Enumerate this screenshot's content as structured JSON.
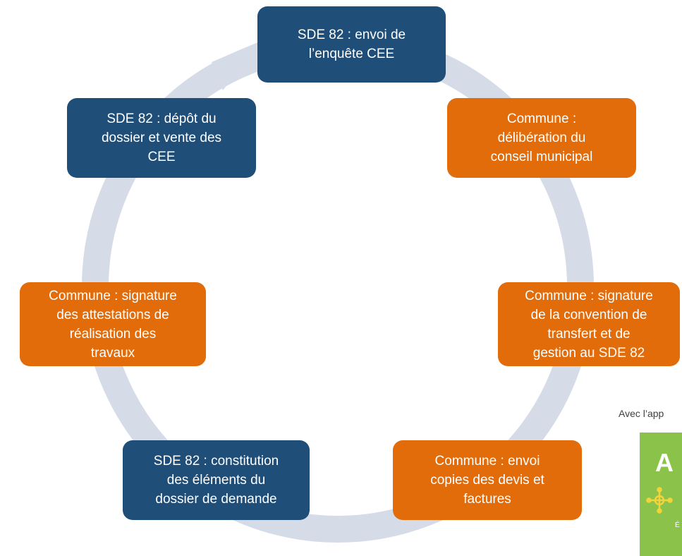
{
  "colors": {
    "blue_step": "#1f4e79",
    "orange_step": "#e26b0a",
    "ring": "#d6dbe8",
    "logo_green": "#8bc34a"
  },
  "steps": [
    {
      "label": "SDE 82 : envoi de\nl’enquête CEE",
      "actor": "SDE 82"
    },
    {
      "label": "Commune :\ndélibération du\nconseil municipal",
      "actor": "Commune"
    },
    {
      "label": "Commune : signature\nde la convention de\ntransfert et de\ngestion au SDE 82",
      "actor": "Commune"
    },
    {
      "label": "Commune : envoi\ncopies des devis et\nfactures",
      "actor": "Commune"
    },
    {
      "label": "SDE 82 : constitution\ndes éléments du\ndossier de demande",
      "actor": "SDE 82"
    },
    {
      "label": "Commune : signature\ndes attestations de\nréalisation des\ntravaux",
      "actor": "Commune"
    },
    {
      "label": "SDE 82 : dépôt du\ndossier et vente des\nCEE",
      "actor": "SDE 82"
    }
  ],
  "partial": {
    "paren": ")",
    "support_text": "Avec l’app",
    "logo_letter": "A",
    "logo_small": "É"
  }
}
